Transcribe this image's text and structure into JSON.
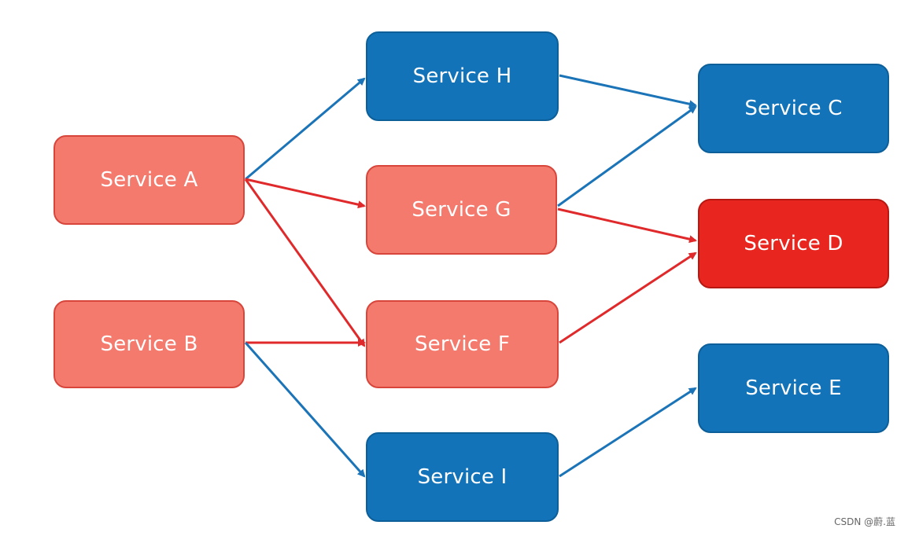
{
  "colors": {
    "blue": "#1273b9",
    "salmon": "#f47a6e",
    "red": "#e8261f",
    "edge_blue": "#1a74b7",
    "edge_red": "#e0292a"
  },
  "nodes": {
    "a": {
      "label": "Service A",
      "color": "salmon"
    },
    "b": {
      "label": "Service B",
      "color": "salmon"
    },
    "h": {
      "label": "Service H",
      "color": "blue"
    },
    "g": {
      "label": "Service G",
      "color": "salmon"
    },
    "f": {
      "label": "Service F",
      "color": "salmon"
    },
    "i": {
      "label": "Service I",
      "color": "blue"
    },
    "c": {
      "label": "Service C",
      "color": "blue"
    },
    "d": {
      "label": "Service D",
      "color": "red"
    },
    "e": {
      "label": "Service E",
      "color": "blue"
    }
  },
  "edges": [
    {
      "from": "Service A",
      "to": "Service H",
      "color": "blue"
    },
    {
      "from": "Service A",
      "to": "Service G",
      "color": "red"
    },
    {
      "from": "Service A",
      "to": "Service F",
      "color": "red"
    },
    {
      "from": "Service B",
      "to": "Service F",
      "color": "red"
    },
    {
      "from": "Service B",
      "to": "Service I",
      "color": "blue"
    },
    {
      "from": "Service H",
      "to": "Service C",
      "color": "blue"
    },
    {
      "from": "Service G",
      "to": "Service C",
      "color": "blue"
    },
    {
      "from": "Service G",
      "to": "Service D",
      "color": "red"
    },
    {
      "from": "Service F",
      "to": "Service D",
      "color": "red"
    },
    {
      "from": "Service I",
      "to": "Service E",
      "color": "blue"
    }
  ],
  "watermark": "CSDN @蔚.蓝"
}
